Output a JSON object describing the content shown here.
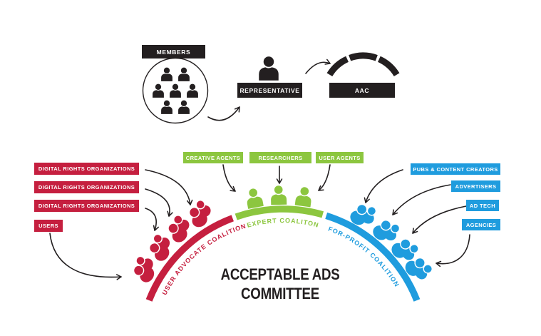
{
  "colors": {
    "red": "#C51F3F",
    "green": "#8CC63F",
    "blue": "#1F9CDE",
    "dark": "#231F20",
    "white": "#FFFFFF"
  },
  "top_flow": {
    "members_label": "MEMBERS",
    "representative_label": "REPRESENTATIVE",
    "aac_label": "AAC"
  },
  "title": {
    "line1": "ACCEPTABLE ADS",
    "line2": "COMMITTEE"
  },
  "coalitions": {
    "user_advocate": {
      "arc_label": "USER ADVOCATE COALITION",
      "color": "#C51F3F",
      "member_groups": [
        "DIGITAL RIGHTS ORGANIZATIONS",
        "DIGITAL RIGHTS ORGANIZATIONS",
        "DIGITAL RIGHTS ORGANIZATIONS",
        "USERS"
      ]
    },
    "expert": {
      "arc_label": "EXPERT COALITON",
      "color": "#8CC63F",
      "member_groups": [
        "CREATIVE AGENTS",
        "RESEARCHERS",
        "USER AGENTS"
      ]
    },
    "for_profit": {
      "arc_label": "FOR-PROFIT COALITION",
      "color": "#1F9CDE",
      "member_groups": [
        "PUBS & CONTENT CREATORS",
        "ADVERTISERS",
        "AD TECH",
        "AGENCIES"
      ]
    }
  },
  "icons": {
    "members_group": "crowd-in-circle-icon",
    "representative": "person-icon",
    "aac": "segmented-arc-icon",
    "coalition_member": "people-pair-icon",
    "expert_member": "person-icon"
  }
}
